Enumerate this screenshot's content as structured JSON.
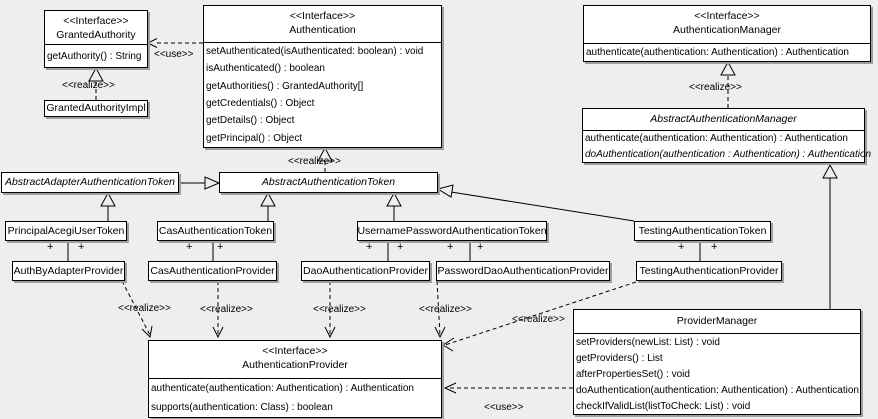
{
  "canvas": {
    "background": "#eeeeee",
    "node_fill": "#ffffff",
    "line_color": "#000000",
    "shadow_color": "#9e9e9e"
  },
  "labels": {
    "use": "<<use>>",
    "realize": "<<realize>>",
    "plus": "+"
  },
  "classes": {
    "granted_authority": {
      "stereotype": "<<Interface>>",
      "name": "GrantedAuthority",
      "methods": [
        "getAuthority() : String"
      ]
    },
    "granted_authority_impl": {
      "name": "GrantedAuthorityImpl"
    },
    "authentication": {
      "stereotype": "<<Interface>>",
      "name": "Authentication",
      "methods": [
        "setAuthenticated(isAuthenticated: boolean) : void",
        "isAuthenticated() : boolean",
        "getAuthorities() : GrantedAuthority[]",
        "getCredentials() : Object",
        "getDetails() : Object",
        "getPrincipal() : Object"
      ]
    },
    "authentication_manager": {
      "stereotype": "<<Interface>>",
      "name": "AuthenticationManager",
      "methods": [
        "authenticate(authentication: Authentication) : Authentication"
      ]
    },
    "abstract_authentication_manager": {
      "name": "AbstractAuthenticationManager",
      "methods": [
        "authenticate(authentication: Authentication) : Authentication",
        "doAuthentication(authentication : Authentication) : Authentication"
      ]
    },
    "abstract_adapter_authentication_token": {
      "name": "AbstractAdapterAuthenticationToken"
    },
    "abstract_authentication_token": {
      "name": "AbstractAuthenticationToken"
    },
    "principal_acegi_user_token": {
      "name": "PrincipalAcegiUserToken"
    },
    "cas_authentication_token": {
      "name": "CasAuthenticationToken"
    },
    "username_password_authentication_token": {
      "name": "UsernamePasswordAuthenticationToken"
    },
    "testing_authentication_token": {
      "name": "TestingAuthenticationToken"
    },
    "auth_by_adapter_provider": {
      "name": "AuthByAdapterProvider"
    },
    "cas_authentication_provider": {
      "name": "CasAuthenticationProvider"
    },
    "dao_authentication_provider": {
      "name": "DaoAuthenticationProvider"
    },
    "password_dao_authentication_provider": {
      "name": "PasswordDaoAuthenticationProvider"
    },
    "testing_authentication_provider": {
      "name": "TestingAuthenticationProvider"
    },
    "authentication_provider": {
      "stereotype": "<<Interface>>",
      "name": "AuthenticationProvider",
      "methods": [
        "authenticate(authentication: Authentication) : Authentication",
        "supports(authentication: Class) : boolean"
      ]
    },
    "provider_manager": {
      "name": "ProviderManager",
      "methods": [
        "setProviders(newList: List) : void",
        "getProviders() : List",
        "afterPropertiesSet() : void",
        "doAuthentication(authentication: Authentication) : Authentication",
        "checkIfValidList(listToCheck: List) : void"
      ]
    }
  }
}
